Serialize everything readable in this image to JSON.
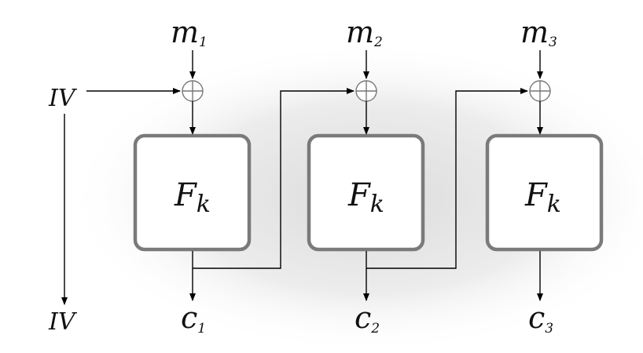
{
  "diagram": {
    "iv_in": "IV",
    "iv_out": "IV",
    "blocks": [
      {
        "msg_base": "m",
        "msg_sub": "1",
        "func_base": "F",
        "func_sub": "k",
        "ct_base": "c",
        "ct_sub": "1"
      },
      {
        "msg_base": "m",
        "msg_sub": "2",
        "func_base": "F",
        "func_sub": "k",
        "ct_base": "c",
        "ct_sub": "2"
      },
      {
        "msg_base": "m",
        "msg_sub": "3",
        "func_base": "F",
        "func_sub": "k",
        "ct_base": "c",
        "ct_sub": "3"
      }
    ]
  }
}
